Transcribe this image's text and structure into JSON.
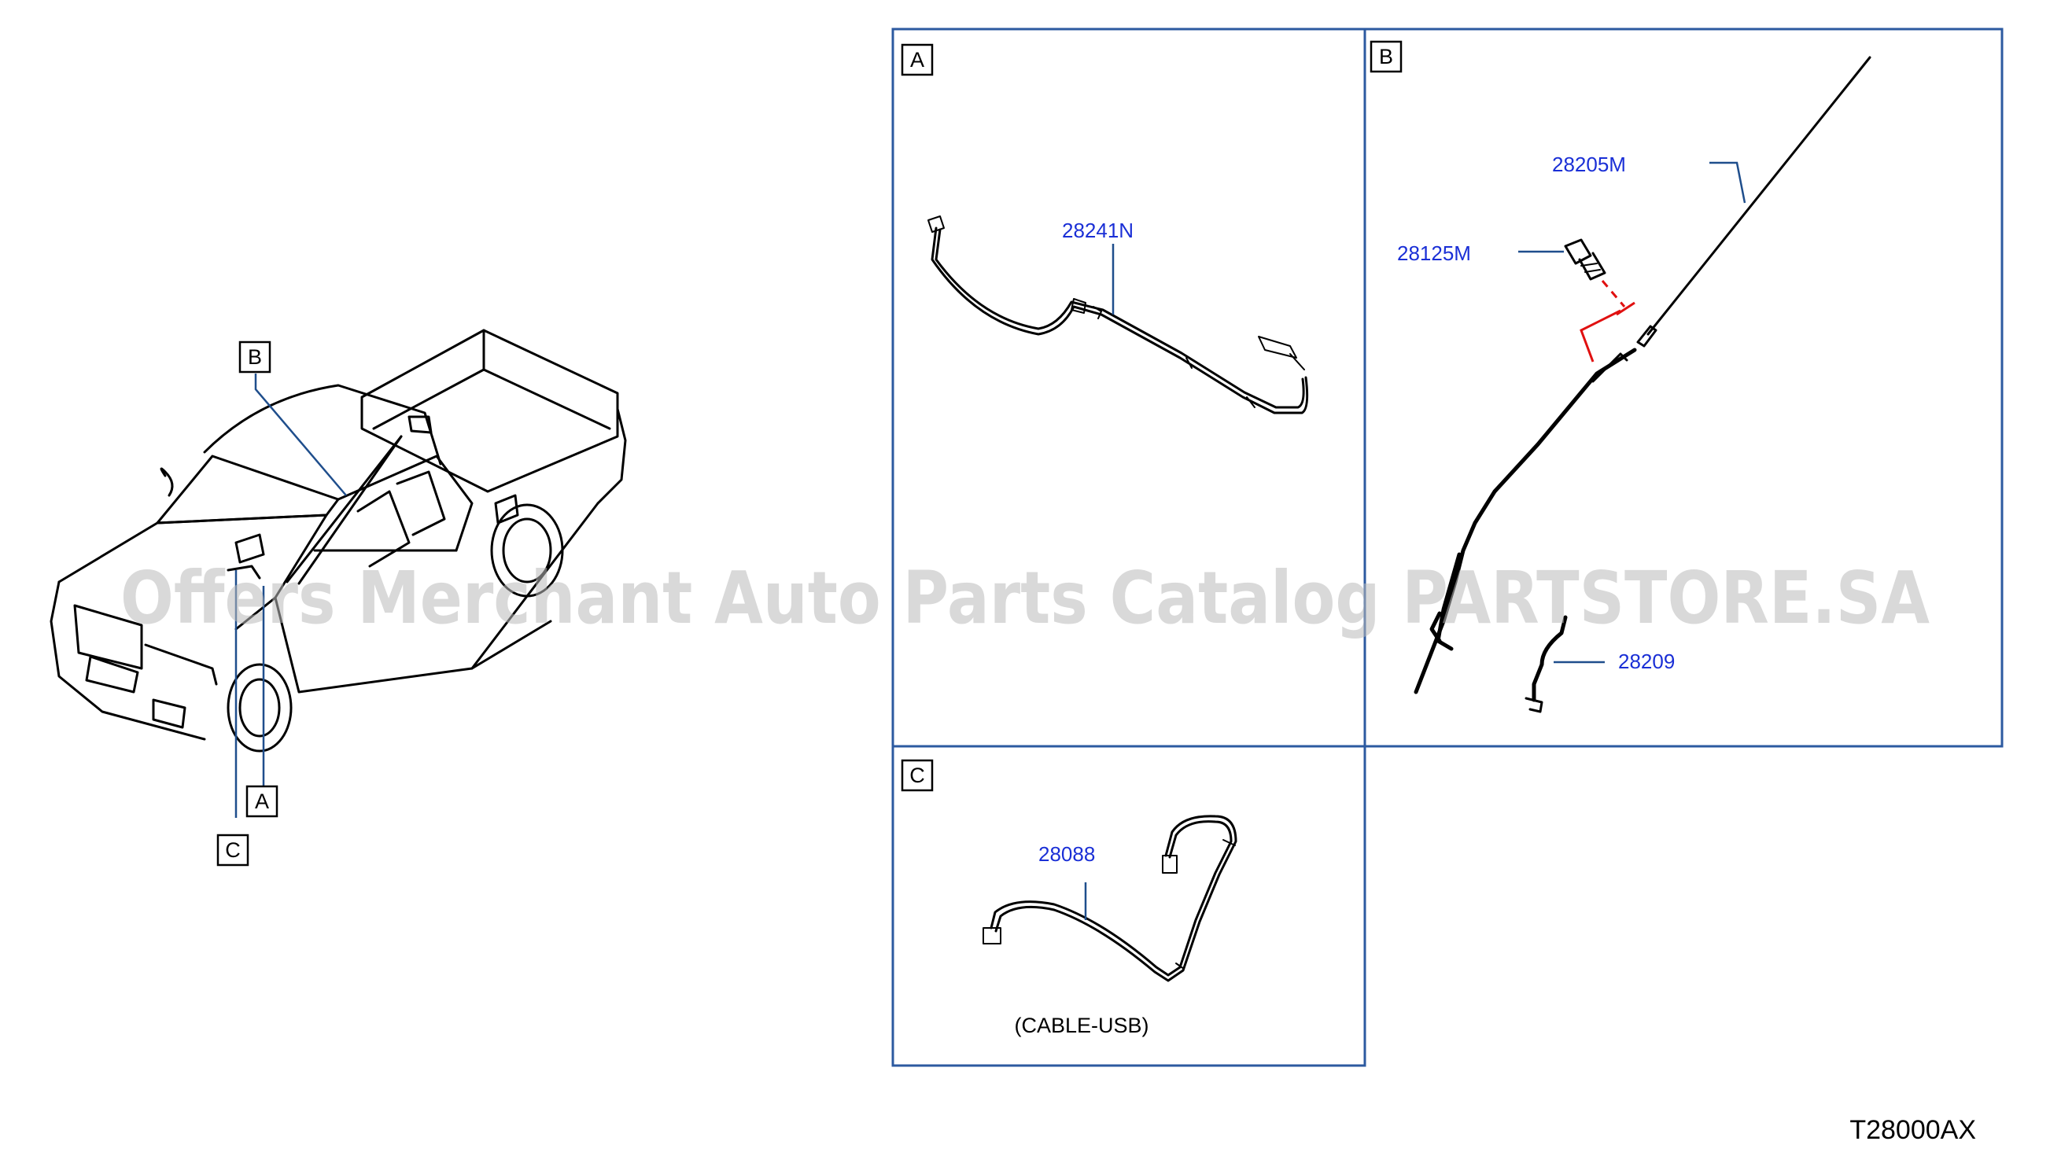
{
  "truck": {
    "callouts": [
      "A",
      "B",
      "C"
    ]
  },
  "panels": {
    "a": {
      "tag": "A",
      "part_number": "28241N"
    },
    "b": {
      "tag": "B",
      "antenna_part": "28205M",
      "bolt_part": "28125M",
      "cable_part": "28209"
    },
    "c": {
      "tag": "C",
      "part_number": "28088",
      "caption": "(CABLE-USB)"
    }
  },
  "watermark": "Offers Merchant Auto Parts Catalog PARTSTORE.SA",
  "diagram_code": "T28000AX",
  "colors": {
    "part_label": "#1a2fd6",
    "panel_border": "#2c5aa0",
    "guide_line": "#e01010"
  }
}
